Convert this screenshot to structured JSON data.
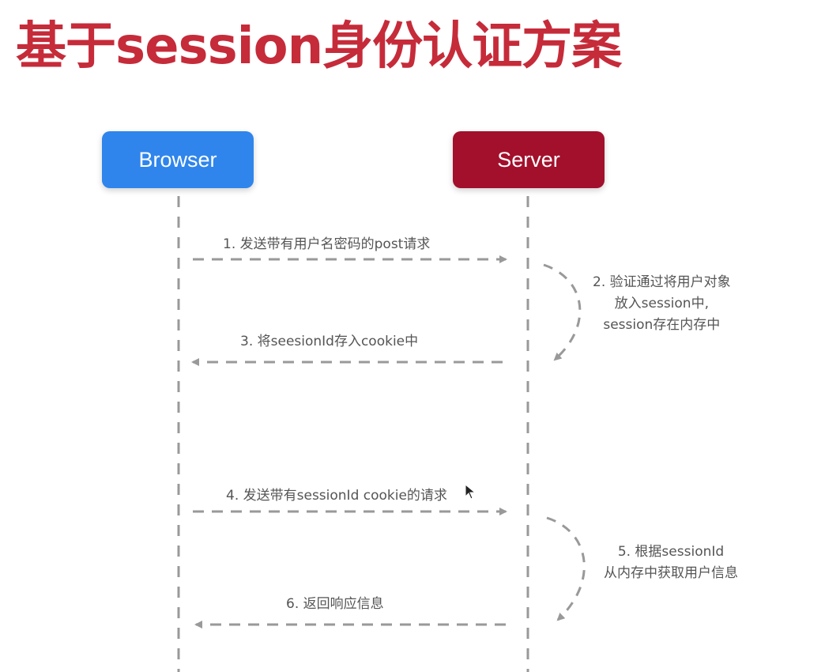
{
  "title": "基于session身份认证方案",
  "actors": {
    "browser": "Browser",
    "server": "Server"
  },
  "colors": {
    "title": "#c62b3a",
    "browser": "#2f85ec",
    "server": "#a3102c",
    "line": "#999999",
    "text": "#555555"
  },
  "messages": {
    "m1": "1. 发送带有用户名密码的post请求",
    "m3": "3. 将seesionId存入cookie中",
    "m4": "4. 发送带有sessionId cookie的请求",
    "m6": "6. 返回响应信息"
  },
  "notes": {
    "n2": [
      "2. 验证通过将用户对象",
      "放入session中,",
      "session存在内存中"
    ],
    "n5": [
      "5. 根据sessionId",
      "从内存中获取用户信息"
    ]
  }
}
